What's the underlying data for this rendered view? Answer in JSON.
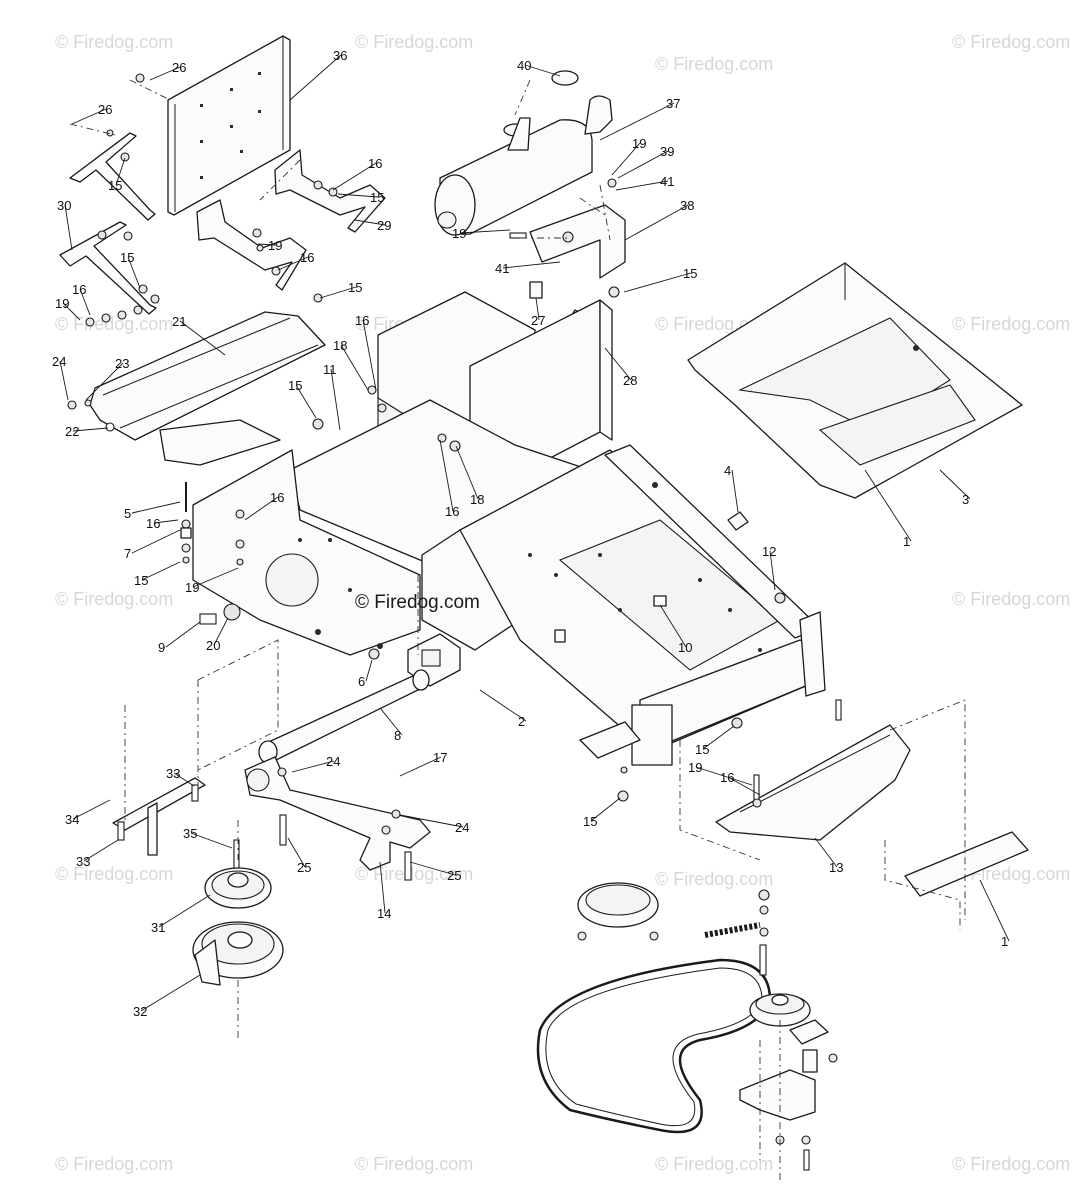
{
  "watermark": {
    "text": "© Firedog.com",
    "center_text": "© Firedog.com"
  },
  "callouts": [
    {
      "id": "c26a",
      "label": "26"
    },
    {
      "id": "c36",
      "label": "36"
    },
    {
      "id": "c26b",
      "label": "26"
    },
    {
      "id": "c15a",
      "label": "15"
    },
    {
      "id": "c30",
      "label": "30"
    },
    {
      "id": "c16a",
      "label": "16"
    },
    {
      "id": "c15b",
      "label": "15"
    },
    {
      "id": "c29",
      "label": "29"
    },
    {
      "id": "c19a",
      "label": "19"
    },
    {
      "id": "c16b",
      "label": "16"
    },
    {
      "id": "c15c",
      "label": "15"
    },
    {
      "id": "c15d",
      "label": "15"
    },
    {
      "id": "c16c",
      "label": "16"
    },
    {
      "id": "c19b",
      "label": "19"
    },
    {
      "id": "c21",
      "label": "21"
    },
    {
      "id": "c24a",
      "label": "24"
    },
    {
      "id": "c23",
      "label": "23"
    },
    {
      "id": "c22",
      "label": "22"
    },
    {
      "id": "c40",
      "label": "40"
    },
    {
      "id": "c37",
      "label": "37"
    },
    {
      "id": "c19c",
      "label": "19"
    },
    {
      "id": "c39",
      "label": "39"
    },
    {
      "id": "c41a",
      "label": "41"
    },
    {
      "id": "c38",
      "label": "38"
    },
    {
      "id": "c19d",
      "label": "19"
    },
    {
      "id": "c41b",
      "label": "41"
    },
    {
      "id": "c15e",
      "label": "15"
    },
    {
      "id": "c27",
      "label": "27"
    },
    {
      "id": "c28",
      "label": "28"
    },
    {
      "id": "c16d",
      "label": "16"
    },
    {
      "id": "c18a",
      "label": "18"
    },
    {
      "id": "c15f",
      "label": "15"
    },
    {
      "id": "c11",
      "label": "11"
    },
    {
      "id": "c16e",
      "label": "16"
    },
    {
      "id": "c18b",
      "label": "18"
    },
    {
      "id": "c3",
      "label": "3"
    },
    {
      "id": "c1a",
      "label": "1"
    },
    {
      "id": "c5",
      "label": "5"
    },
    {
      "id": "c16f",
      "label": "16"
    },
    {
      "id": "c16g",
      "label": "16"
    },
    {
      "id": "c7",
      "label": "7"
    },
    {
      "id": "c15g",
      "label": "15"
    },
    {
      "id": "c19e",
      "label": "19"
    },
    {
      "id": "c4",
      "label": "4"
    },
    {
      "id": "c12",
      "label": "12"
    },
    {
      "id": "c9",
      "label": "9"
    },
    {
      "id": "c20",
      "label": "20"
    },
    {
      "id": "c10",
      "label": "10"
    },
    {
      "id": "c6",
      "label": "6"
    },
    {
      "id": "c2",
      "label": "2"
    },
    {
      "id": "c8",
      "label": "8"
    },
    {
      "id": "c15h",
      "label": "15"
    },
    {
      "id": "c24b",
      "label": "24"
    },
    {
      "id": "c17",
      "label": "17"
    },
    {
      "id": "c34",
      "label": "34"
    },
    {
      "id": "c33a",
      "label": "33"
    },
    {
      "id": "c24c",
      "label": "24"
    },
    {
      "id": "c19f",
      "label": "19"
    },
    {
      "id": "c16h",
      "label": "16"
    },
    {
      "id": "c15i",
      "label": "15"
    },
    {
      "id": "c35",
      "label": "35"
    },
    {
      "id": "c33b",
      "label": "33"
    },
    {
      "id": "c25a",
      "label": "25"
    },
    {
      "id": "c25b",
      "label": "25"
    },
    {
      "id": "c13",
      "label": "13"
    },
    {
      "id": "c14",
      "label": "14"
    },
    {
      "id": "c31",
      "label": "31"
    },
    {
      "id": "c1b",
      "label": "1"
    },
    {
      "id": "c32",
      "label": "32"
    }
  ]
}
